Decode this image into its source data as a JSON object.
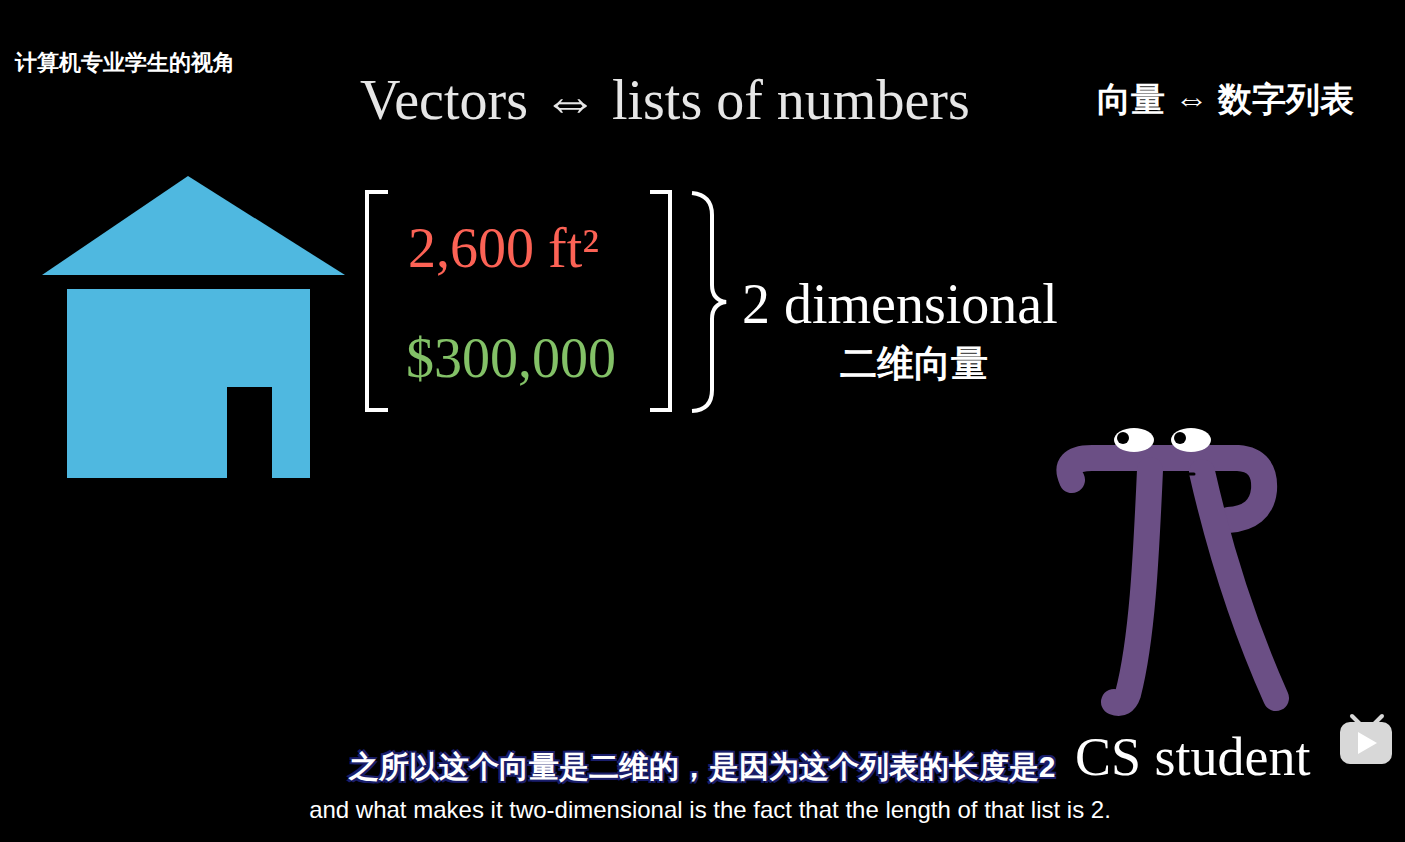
{
  "diagram": {
    "title": "Vectors ⇔ lists of numbers",
    "labels": [
      "计算机专业学生的视角",
      "向量 ⇔ 数字列表",
      "2,600 ft²",
      "$300,000",
      "2 dimensional",
      "二维向量",
      "CS student",
      "之所以这个向量是二维的，是因为这个列表的长度是2",
      "and what makes it two-dimensional is the fact that the length of that list is 2."
    ]
  }
}
